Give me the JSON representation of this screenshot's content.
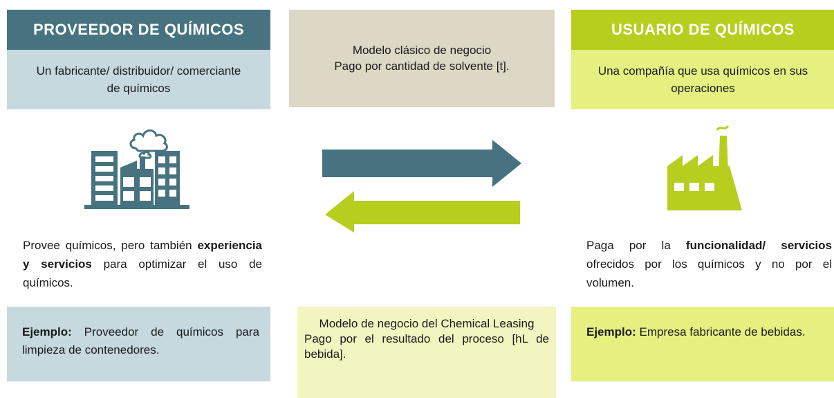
{
  "provider": {
    "header": "PROVEEDOR DE QUÍMICOS",
    "subtitle": "Un fabricante/ distribuidor/ comerciante de químicos",
    "icon": "office-buildings-icon",
    "desc_pre": "Provee químicos, pero también ",
    "desc_bold": "experiencia y servicios",
    "desc_post": " para optimizar el uso de químicos.",
    "example_label": "Ejemplo:",
    "example_text": " Proveedor de químicos para limpieza de contenedores."
  },
  "classic": {
    "title": "Modelo clásico de negocio",
    "body": "Pago por cantidad de solvente [t]."
  },
  "user": {
    "header": "USUARIO DE QUÍMICOS",
    "subtitle": "Una compañía que usa químicos en sus operaciones",
    "icon": "factory-icon",
    "desc_pre": "Paga por la ",
    "desc_bold": "funcionalidad/ servicios",
    "desc_post": " ofrecidos por los químicos y no por el volumen.",
    "example_label": "Ejemplo:",
    "example_text": " Empresa fabricante de bebidas."
  },
  "leasing": {
    "title": "Modelo de negocio del Chemical Leasing",
    "body": "Pago por el resultado del proceso [hL de bebida]."
  },
  "colors": {
    "teal": "#46737f",
    "teal_light": "#c5d9df",
    "green": "#b8ce1e",
    "green_light": "#e6f080",
    "beige": "#dcd8c5",
    "pale_yellow": "#f2f5c0"
  }
}
